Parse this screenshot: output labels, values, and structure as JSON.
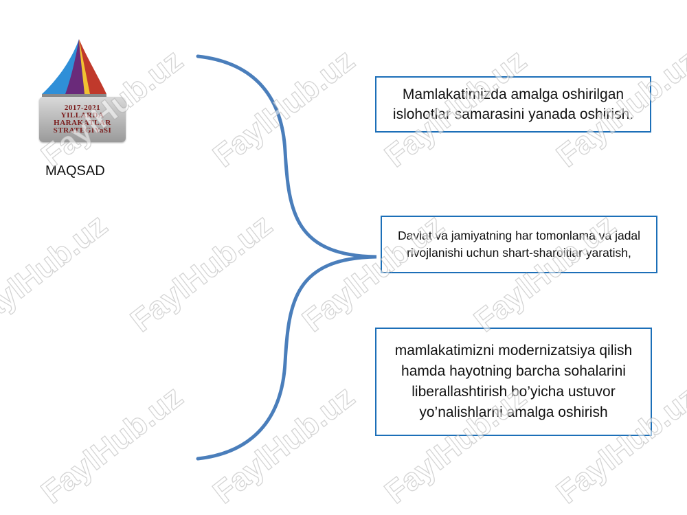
{
  "logo": {
    "line1": "2017-2021",
    "line2": "YILLARDA",
    "line3": "HARAKATLAR",
    "line4": "STRATEGIYaSI"
  },
  "label": "MAQSAD",
  "boxes": [
    "Mamlakatimizda amalga oshirilgan islohotlar samarasini yanada oshirish.",
    "Davlat va jamiyatning har tomonlama va jadal rivojlanishi uchun shart-sharoitlar yaratish,",
    "mamlakatimizni modernizatsiya qilish hamda hayotning barcha sohalarini liberallashtirish bo’yicha ustuvor yo’nalishlarni amalga oshirish"
  ],
  "watermark": "FaylHub.uz",
  "colors": {
    "box_border": "#1c6fb8",
    "brace": "#4a7ebb"
  }
}
